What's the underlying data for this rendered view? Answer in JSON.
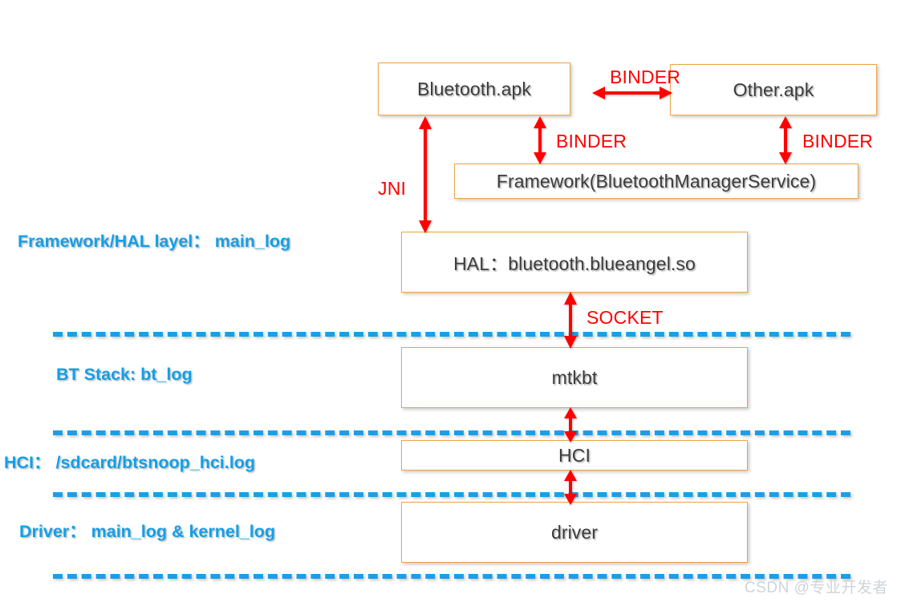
{
  "diagram": {
    "title": "Android Bluetooth architecture log layers",
    "colors": {
      "box_border": "#EDA54A",
      "box_text": "#3C3C3C",
      "divider": "#1B9EE8",
      "layer_label": "#13A0E8",
      "connector": "#FF0000",
      "watermark": "#CFD4D8",
      "background": "#FFFFFF"
    },
    "boxes": [
      {
        "id": "bluetooth-apk",
        "label": "Bluetooth.apk"
      },
      {
        "id": "other-apk",
        "label": "Other.apk"
      },
      {
        "id": "framework",
        "label": "Framework(BluetoothManagerService)"
      },
      {
        "id": "hal",
        "label": "HAL：bluetooth.blueangel.so"
      },
      {
        "id": "mtkbt",
        "label": "mtkbt"
      },
      {
        "id": "hci",
        "label": "HCI"
      },
      {
        "id": "driver",
        "label": "driver"
      }
    ],
    "connectors": [
      {
        "id": "binder-apk-to-apk",
        "label": "BINDER"
      },
      {
        "id": "binder-bt-to-framework",
        "label": "BINDER"
      },
      {
        "id": "binder-other-to-framework",
        "label": "BINDER"
      },
      {
        "id": "jni-apk-to-hal",
        "label": "JNI"
      },
      {
        "id": "socket-hal-to-mtkbt",
        "label": "SOCKET"
      }
    ],
    "layer_labels": [
      {
        "id": "framework-hal-layer",
        "label": "Framework/HAL layel： main_log"
      },
      {
        "id": "bt-stack-layer",
        "label": "BT Stack: bt_log"
      },
      {
        "id": "hci-layer",
        "label": "HCI： /sdcard/btsnoop_hci.log"
      },
      {
        "id": "driver-layer",
        "label": "Driver： main_log & kernel_log"
      }
    ],
    "watermark": {
      "text": "CSDN @专业开发者"
    }
  }
}
